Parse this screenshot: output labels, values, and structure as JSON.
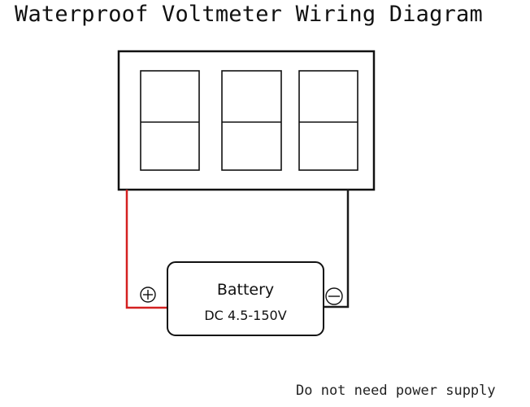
{
  "title": "Waterproof Voltmeter Wiring Diagram",
  "battery": {
    "label": "Battery",
    "spec": "DC 4.5-150V"
  },
  "terminals": {
    "positive": "+",
    "negative": "−"
  },
  "footnote": "Do not need power supply",
  "colors": {
    "positive_wire": "#d42020",
    "negative_wire": "#1a1a1a",
    "outline": "#111111"
  },
  "icons": {
    "display": "seven-segment-digits",
    "positive_terminal": "circled-plus-icon",
    "negative_terminal": "circled-minus-icon"
  }
}
